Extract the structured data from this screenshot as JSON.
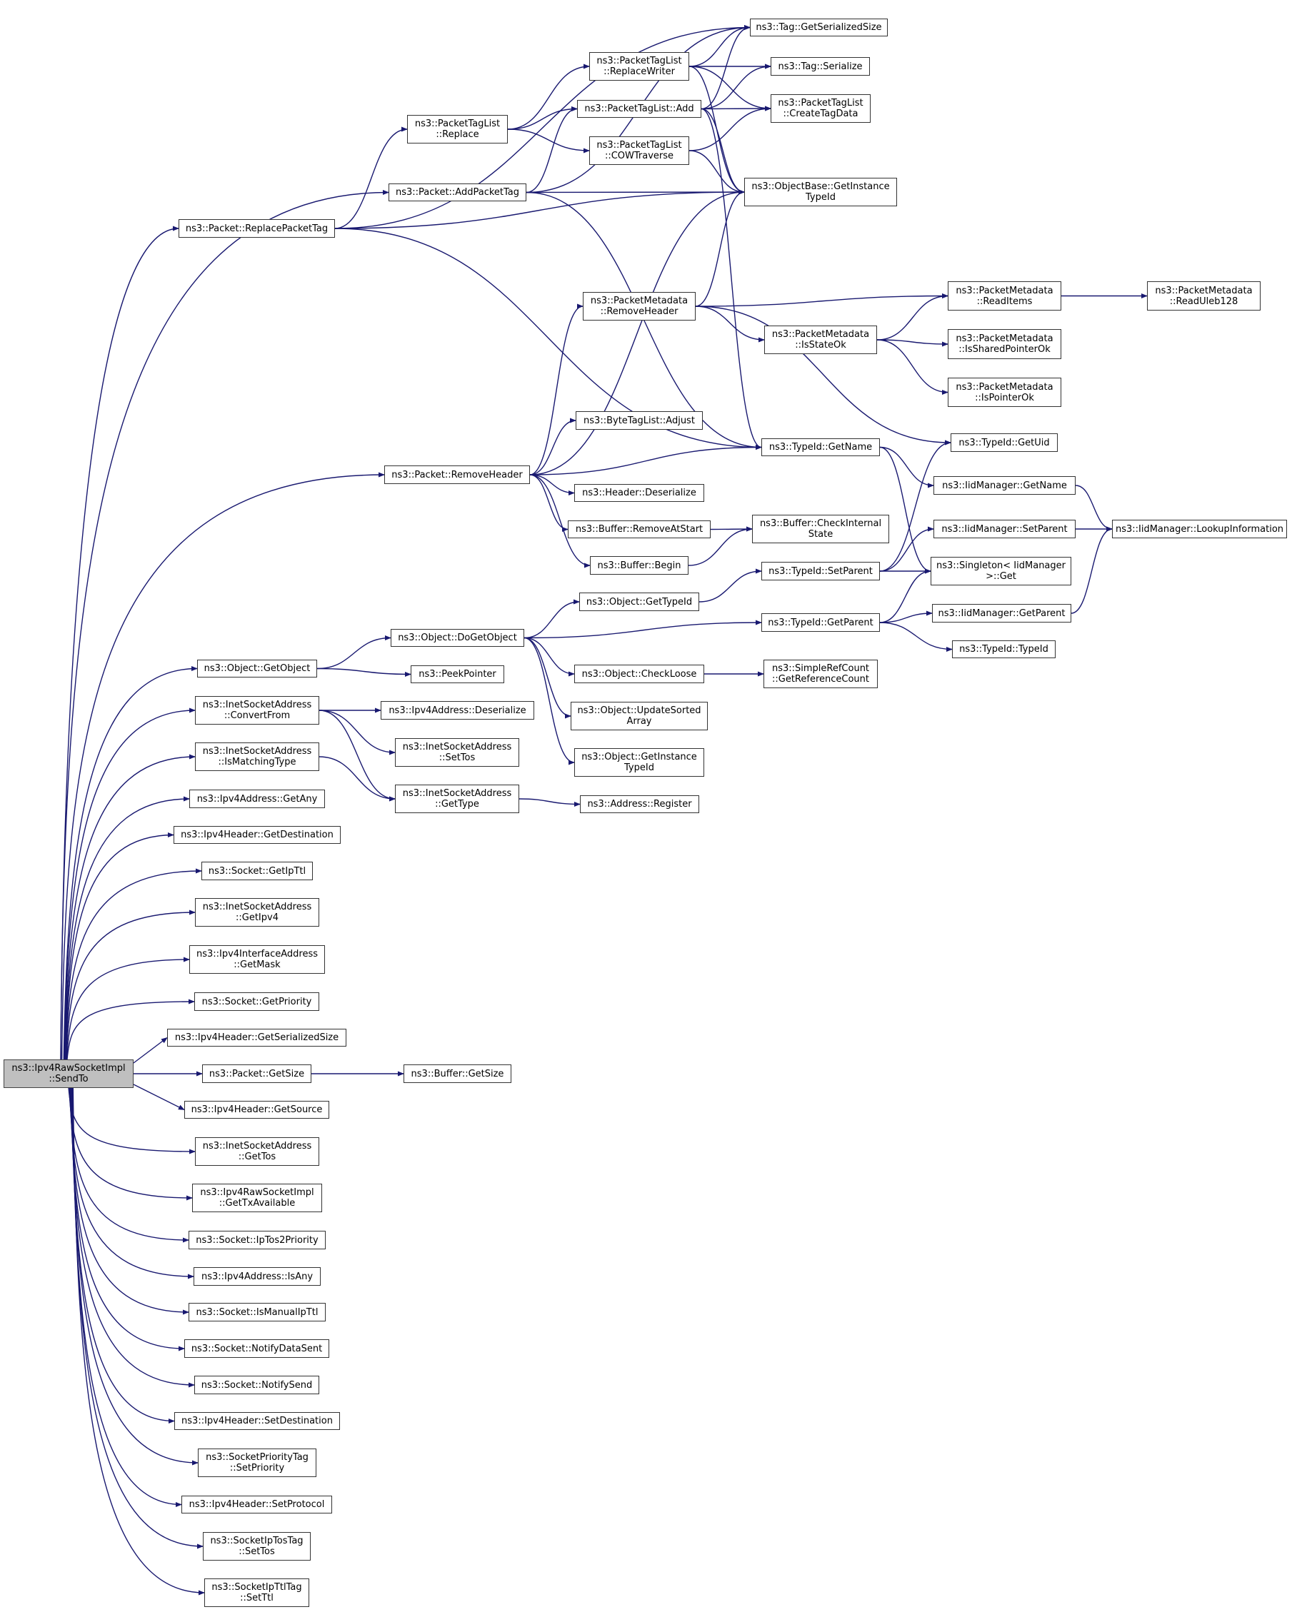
{
  "graph": {
    "type": "call-graph",
    "edge_color": "#191970",
    "root_fill": "#bfbfbf",
    "nodes": [
      {
        "id": "sendto",
        "lines": [
          "ns3::Ipv4RawSocketImpl",
          "::SendTo"
        ],
        "root": true
      },
      {
        "id": "replacePacketTag",
        "lines": [
          "ns3::Packet::ReplacePacketTag"
        ]
      },
      {
        "id": "addPacketTag",
        "lines": [
          "ns3::Packet::AddPacketTag"
        ]
      },
      {
        "id": "ptlReplace",
        "lines": [
          "ns3::PacketTagList",
          "::Replace"
        ]
      },
      {
        "id": "ptlReplaceWriter",
        "lines": [
          "ns3::PacketTagList",
          "::ReplaceWriter"
        ]
      },
      {
        "id": "ptlAdd",
        "lines": [
          "ns3::PacketTagList::Add"
        ]
      },
      {
        "id": "ptlCOW",
        "lines": [
          "ns3::PacketTagList",
          "::COWTraverse"
        ]
      },
      {
        "id": "tagGetSerSize",
        "lines": [
          "ns3::Tag::GetSerializedSize"
        ]
      },
      {
        "id": "tagSerialize",
        "lines": [
          "ns3::Tag::Serialize"
        ]
      },
      {
        "id": "ptlCreateTagData",
        "lines": [
          "ns3::PacketTagList",
          "::CreateTagData"
        ]
      },
      {
        "id": "objBaseGetInstTypeId",
        "lines": [
          "ns3::ObjectBase::GetInstance",
          "TypeId"
        ]
      },
      {
        "id": "pmRemoveHeader",
        "lines": [
          "ns3::PacketMetadata",
          "::RemoveHeader"
        ]
      },
      {
        "id": "pmReadItems",
        "lines": [
          "ns3::PacketMetadata",
          "::ReadItems"
        ]
      },
      {
        "id": "pmReadUleb",
        "lines": [
          "ns3::PacketMetadata",
          "::ReadUleb128"
        ]
      },
      {
        "id": "pmIsStateOk",
        "lines": [
          "ns3::PacketMetadata",
          "::IsStateOk"
        ]
      },
      {
        "id": "pmIsSharedPtrOk",
        "lines": [
          "ns3::PacketMetadata",
          "::IsSharedPointerOk"
        ]
      },
      {
        "id": "pmIsPtrOk",
        "lines": [
          "ns3::PacketMetadata",
          "::IsPointerOk"
        ]
      },
      {
        "id": "btlAdjust",
        "lines": [
          "ns3::ByteTagList::Adjust"
        ]
      },
      {
        "id": "typeIdGetName",
        "lines": [
          "ns3::TypeId::GetName"
        ]
      },
      {
        "id": "typeIdGetUid",
        "lines": [
          "ns3::TypeId::GetUid"
        ]
      },
      {
        "id": "packetRemoveHeader",
        "lines": [
          "ns3::Packet::RemoveHeader"
        ]
      },
      {
        "id": "headerDeserialize",
        "lines": [
          "ns3::Header::Deserialize"
        ]
      },
      {
        "id": "iidGetName",
        "lines": [
          "ns3::IidManager::GetName"
        ]
      },
      {
        "id": "bufRemoveAtStart",
        "lines": [
          "ns3::Buffer::RemoveAtStart"
        ]
      },
      {
        "id": "bufCheckInternal",
        "lines": [
          "ns3::Buffer::CheckInternal",
          "State"
        ]
      },
      {
        "id": "iidSetParent",
        "lines": [
          "ns3::IidManager::SetParent"
        ]
      },
      {
        "id": "iidLookup",
        "lines": [
          "ns3::IidManager::LookupInformation"
        ]
      },
      {
        "id": "bufBegin",
        "lines": [
          "ns3::Buffer::Begin"
        ]
      },
      {
        "id": "typeIdSetParent",
        "lines": [
          "ns3::TypeId::SetParent"
        ]
      },
      {
        "id": "singletonGet",
        "lines": [
          "ns3::Singleton< IidManager",
          ">::Get"
        ]
      },
      {
        "id": "objGetTypeId",
        "lines": [
          "ns3::Object::GetTypeId"
        ]
      },
      {
        "id": "objDoGetObject",
        "lines": [
          "ns3::Object::DoGetObject"
        ]
      },
      {
        "id": "typeIdGetParent",
        "lines": [
          "ns3::TypeId::GetParent"
        ]
      },
      {
        "id": "iidGetParent",
        "lines": [
          "ns3::IidManager::GetParent"
        ]
      },
      {
        "id": "typeIdTypeId",
        "lines": [
          "ns3::TypeId::TypeId"
        ]
      },
      {
        "id": "objGetObject",
        "lines": [
          "ns3::Object::GetObject"
        ]
      },
      {
        "id": "peekPointer",
        "lines": [
          "ns3::PeekPointer"
        ]
      },
      {
        "id": "objCheckLoose",
        "lines": [
          "ns3::Object::CheckLoose"
        ]
      },
      {
        "id": "srcGetRefCount",
        "lines": [
          "ns3::SimpleRefCount",
          "::GetReferenceCount"
        ]
      },
      {
        "id": "inetConvertFrom",
        "lines": [
          "ns3::InetSocketAddress",
          "::ConvertFrom"
        ]
      },
      {
        "id": "ipv4AddrDeserialize",
        "lines": [
          "ns3::Ipv4Address::Deserialize"
        ]
      },
      {
        "id": "objUpdateSorted",
        "lines": [
          "ns3::Object::UpdateSorted",
          "Array"
        ]
      },
      {
        "id": "inetSetTos",
        "lines": [
          "ns3::InetSocketAddress",
          "::SetTos"
        ]
      },
      {
        "id": "inetIsMatching",
        "lines": [
          "ns3::InetSocketAddress",
          "::IsMatchingType"
        ]
      },
      {
        "id": "objGetInstTypeId",
        "lines": [
          "ns3::Object::GetInstance",
          "TypeId"
        ]
      },
      {
        "id": "inetGetType",
        "lines": [
          "ns3::InetSocketAddress",
          "::GetType"
        ]
      },
      {
        "id": "addrRegister",
        "lines": [
          "ns3::Address::Register"
        ]
      },
      {
        "id": "ipv4GetAny",
        "lines": [
          "ns3::Ipv4Address::GetAny"
        ]
      },
      {
        "id": "ipv4hGetDest",
        "lines": [
          "ns3::Ipv4Header::GetDestination"
        ]
      },
      {
        "id": "sockGetIpTtl",
        "lines": [
          "ns3::Socket::GetIpTtl"
        ]
      },
      {
        "id": "inetGetIpv4",
        "lines": [
          "ns3::InetSocketAddress",
          "::GetIpv4"
        ]
      },
      {
        "id": "ifaceGetMask",
        "lines": [
          "ns3::Ipv4InterfaceAddress",
          "::GetMask"
        ]
      },
      {
        "id": "sockGetPriority",
        "lines": [
          "ns3::Socket::GetPriority"
        ]
      },
      {
        "id": "ipv4hGetSerSize",
        "lines": [
          "ns3::Ipv4Header::GetSerializedSize"
        ]
      },
      {
        "id": "packetGetSize",
        "lines": [
          "ns3::Packet::GetSize"
        ]
      },
      {
        "id": "bufGetSize",
        "lines": [
          "ns3::Buffer::GetSize"
        ]
      },
      {
        "id": "ipv4hGetSource",
        "lines": [
          "ns3::Ipv4Header::GetSource"
        ]
      },
      {
        "id": "inetGetTos",
        "lines": [
          "ns3::InetSocketAddress",
          "::GetTos"
        ]
      },
      {
        "id": "rawGetTxAvail",
        "lines": [
          "ns3::Ipv4RawSocketImpl",
          "::GetTxAvailable"
        ]
      },
      {
        "id": "sockIpTos2Prio",
        "lines": [
          "ns3::Socket::IpTos2Priority"
        ]
      },
      {
        "id": "ipv4IsAny",
        "lines": [
          "ns3::Ipv4Address::IsAny"
        ]
      },
      {
        "id": "sockIsManualIpTtl",
        "lines": [
          "ns3::Socket::IsManualIpTtl"
        ]
      },
      {
        "id": "sockNotifyDataSent",
        "lines": [
          "ns3::Socket::NotifyDataSent"
        ]
      },
      {
        "id": "sockNotifySend",
        "lines": [
          "ns3::Socket::NotifySend"
        ]
      },
      {
        "id": "ipv4hSetDest",
        "lines": [
          "ns3::Ipv4Header::SetDestination"
        ]
      },
      {
        "id": "prioTagSetPrio",
        "lines": [
          "ns3::SocketPriorityTag",
          "::SetPriority"
        ]
      },
      {
        "id": "ipv4hSetProto",
        "lines": [
          "ns3::Ipv4Header::SetProtocol"
        ]
      },
      {
        "id": "tosTagSetTos",
        "lines": [
          "ns3::SocketIpTosTag",
          "::SetTos"
        ]
      },
      {
        "id": "ttlTagSetTtl",
        "lines": [
          "ns3::SocketIpTtlTag",
          "::SetTtl"
        ]
      }
    ],
    "edges": [
      [
        "sendto",
        "addPacketTag"
      ],
      [
        "sendto",
        "replacePacketTag"
      ],
      [
        "sendto",
        "packetRemoveHeader"
      ],
      [
        "sendto",
        "objGetObject"
      ],
      [
        "sendto",
        "inetConvertFrom"
      ],
      [
        "sendto",
        "inetIsMatching"
      ],
      [
        "sendto",
        "ipv4GetAny"
      ],
      [
        "sendto",
        "ipv4hGetDest"
      ],
      [
        "sendto",
        "sockGetIpTtl"
      ],
      [
        "sendto",
        "inetGetIpv4"
      ],
      [
        "sendto",
        "ifaceGetMask"
      ],
      [
        "sendto",
        "sockGetPriority"
      ],
      [
        "sendto",
        "ipv4hGetSerSize"
      ],
      [
        "sendto",
        "packetGetSize"
      ],
      [
        "sendto",
        "ipv4hGetSource"
      ],
      [
        "sendto",
        "inetGetTos"
      ],
      [
        "sendto",
        "rawGetTxAvail"
      ],
      [
        "sendto",
        "sockIpTos2Prio"
      ],
      [
        "sendto",
        "ipv4IsAny"
      ],
      [
        "sendto",
        "sockIsManualIpTtl"
      ],
      [
        "sendto",
        "sockNotifyDataSent"
      ],
      [
        "sendto",
        "sockNotifySend"
      ],
      [
        "sendto",
        "ipv4hSetDest"
      ],
      [
        "sendto",
        "prioTagSetPrio"
      ],
      [
        "sendto",
        "ipv4hSetProto"
      ],
      [
        "sendto",
        "tosTagSetTos"
      ],
      [
        "sendto",
        "ttlTagSetTtl"
      ],
      [
        "replacePacketTag",
        "ptlReplace"
      ],
      [
        "replacePacketTag",
        "tagGetSerSize"
      ],
      [
        "replacePacketTag",
        "objBaseGetInstTypeId"
      ],
      [
        "replacePacketTag",
        "typeIdGetName"
      ],
      [
        "addPacketTag",
        "ptlAdd"
      ],
      [
        "addPacketTag",
        "tagGetSerSize"
      ],
      [
        "addPacketTag",
        "objBaseGetInstTypeId"
      ],
      [
        "addPacketTag",
        "typeIdGetName"
      ],
      [
        "ptlReplace",
        "ptlReplaceWriter"
      ],
      [
        "ptlReplace",
        "ptlAdd"
      ],
      [
        "ptlReplace",
        "ptlCOW"
      ],
      [
        "ptlReplaceWriter",
        "tagGetSerSize"
      ],
      [
        "ptlReplaceWriter",
        "tagSerialize"
      ],
      [
        "ptlReplaceWriter",
        "ptlCreateTagData"
      ],
      [
        "ptlReplaceWriter",
        "objBaseGetInstTypeId"
      ],
      [
        "ptlAdd",
        "tagGetSerSize"
      ],
      [
        "ptlAdd",
        "tagSerialize"
      ],
      [
        "ptlAdd",
        "ptlCreateTagData"
      ],
      [
        "ptlAdd",
        "objBaseGetInstTypeId"
      ],
      [
        "ptlAdd",
        "typeIdGetName"
      ],
      [
        "ptlCOW",
        "ptlCreateTagData"
      ],
      [
        "ptlCOW",
        "objBaseGetInstTypeId"
      ],
      [
        "packetRemoveHeader",
        "objBaseGetInstTypeId"
      ],
      [
        "packetRemoveHeader",
        "pmRemoveHeader"
      ],
      [
        "packetRemoveHeader",
        "btlAdjust"
      ],
      [
        "packetRemoveHeader",
        "typeIdGetName"
      ],
      [
        "packetRemoveHeader",
        "headerDeserialize"
      ],
      [
        "packetRemoveHeader",
        "bufRemoveAtStart"
      ],
      [
        "packetRemoveHeader",
        "bufBegin"
      ],
      [
        "pmRemoveHeader",
        "objBaseGetInstTypeId"
      ],
      [
        "pmRemoveHeader",
        "pmReadItems"
      ],
      [
        "pmRemoveHeader",
        "pmIsStateOk"
      ],
      [
        "pmRemoveHeader",
        "typeIdGetUid"
      ],
      [
        "pmIsStateOk",
        "pmReadItems"
      ],
      [
        "pmIsStateOk",
        "pmIsSharedPtrOk"
      ],
      [
        "pmIsStateOk",
        "pmIsPtrOk"
      ],
      [
        "pmReadItems",
        "pmReadUleb"
      ],
      [
        "typeIdGetName",
        "iidGetName"
      ],
      [
        "typeIdGetName",
        "singletonGet"
      ],
      [
        "iidGetName",
        "iidLookup"
      ],
      [
        "iidSetParent",
        "iidLookup"
      ],
      [
        "iidGetParent",
        "iidLookup"
      ],
      [
        "bufRemoveAtStart",
        "bufCheckInternal"
      ],
      [
        "bufBegin",
        "bufCheckInternal"
      ],
      [
        "typeIdSetParent",
        "typeIdGetUid"
      ],
      [
        "typeIdSetParent",
        "iidSetParent"
      ],
      [
        "typeIdSetParent",
        "singletonGet"
      ],
      [
        "typeIdGetParent",
        "singletonGet"
      ],
      [
        "typeIdGetParent",
        "iidGetParent"
      ],
      [
        "typeIdGetParent",
        "typeIdTypeId"
      ],
      [
        "objGetTypeId",
        "typeIdSetParent"
      ],
      [
        "objGetObject",
        "objDoGetObject"
      ],
      [
        "objGetObject",
        "peekPointer"
      ],
      [
        "objDoGetObject",
        "objGetTypeId"
      ],
      [
        "objDoGetObject",
        "typeIdGetParent"
      ],
      [
        "objDoGetObject",
        "objCheckLoose"
      ],
      [
        "objDoGetObject",
        "objUpdateSorted"
      ],
      [
        "objDoGetObject",
        "objGetInstTypeId"
      ],
      [
        "objCheckLoose",
        "srcGetRefCount"
      ],
      [
        "inetConvertFrom",
        "ipv4AddrDeserialize"
      ],
      [
        "inetConvertFrom",
        "inetSetTos"
      ],
      [
        "inetConvertFrom",
        "inetGetType"
      ],
      [
        "inetIsMatching",
        "inetGetType"
      ],
      [
        "inetGetType",
        "addrRegister"
      ],
      [
        "packetGetSize",
        "bufGetSize"
      ]
    ]
  }
}
